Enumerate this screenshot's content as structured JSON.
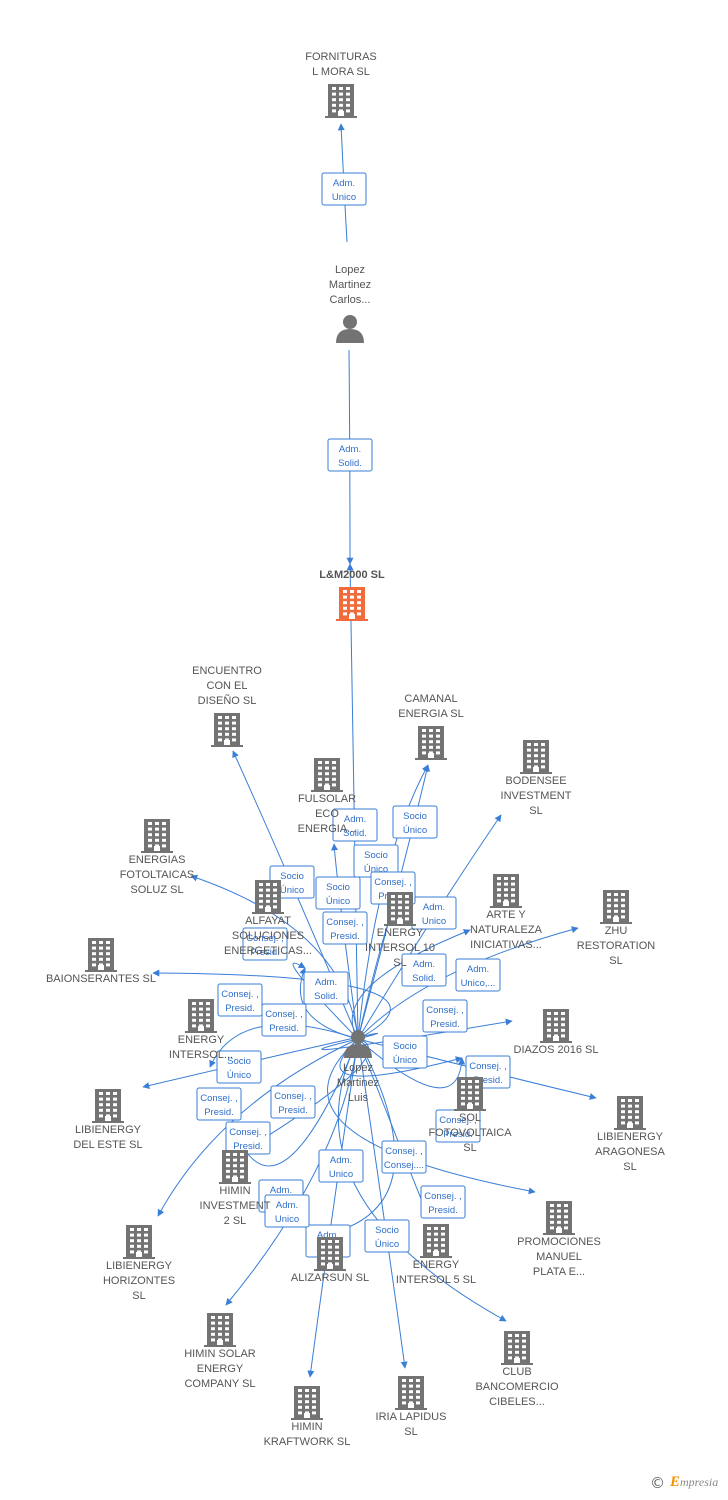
{
  "diagram": {
    "nodes": [
      {
        "id": "fornituras",
        "type": "company",
        "label": [
          "FORNITURAS",
          "L MORA SL"
        ]
      },
      {
        "id": "lopez_carlos",
        "type": "person",
        "label": [
          "Lopez",
          "Martinez",
          "Carlos..."
        ]
      },
      {
        "id": "lm2000",
        "type": "company",
        "main": true,
        "label": [
          "L&M2000  SL"
        ]
      },
      {
        "id": "encuentro",
        "type": "company",
        "label": [
          "ENCUENTRO",
          "CON EL",
          "DISEÑO SL"
        ]
      },
      {
        "id": "camanal",
        "type": "company",
        "label": [
          "CAMANAL",
          "ENERGIA  SL"
        ]
      },
      {
        "id": "bodensee",
        "type": "company",
        "label": [
          "BODENSEE",
          "INVESTMENT",
          "SL"
        ]
      },
      {
        "id": "fulsolar",
        "type": "company",
        "label": [
          "FULSOLAR",
          "ECO",
          "ENERGIA..."
        ]
      },
      {
        "id": "energias_foto",
        "type": "company",
        "label": [
          "ENERGIAS",
          "FOTOLTAICAS",
          "SOLUZ  SL"
        ]
      },
      {
        "id": "alfayat",
        "type": "company",
        "label": [
          "ALFAYAT",
          "SOLUCIONES",
          "ENERGETICAS..."
        ]
      },
      {
        "id": "energy10",
        "type": "company",
        "label": [
          "ENERGY",
          "INTERSOL 10",
          "SL"
        ]
      },
      {
        "id": "arte",
        "type": "company",
        "label": [
          "ARTE Y",
          "NATURALEZA",
          "INICIATIVAS..."
        ]
      },
      {
        "id": "zhu",
        "type": "company",
        "label": [
          "ZHU",
          "RESTORATION",
          "SL"
        ]
      },
      {
        "id": "baionserantes",
        "type": "company",
        "label": [
          "BAIONSERANTES SL"
        ]
      },
      {
        "id": "energy_intersol",
        "type": "company",
        "label": [
          "ENERGY",
          "INTERSOL..."
        ]
      },
      {
        "id": "lopez_luis",
        "type": "person",
        "label": [
          "Lopez",
          "Martinez",
          "Luis"
        ]
      },
      {
        "id": "diazos",
        "type": "company",
        "label": [
          "DIAZOS 2016  SL"
        ]
      },
      {
        "id": "libienergy_este",
        "type": "company",
        "label": [
          "LIBIENERGY",
          "DEL ESTE  SL"
        ]
      },
      {
        "id": "sol_fotovoltaica",
        "type": "company",
        "label": [
          "SOL",
          "FOTOVOLTAICA",
          "SL"
        ]
      },
      {
        "id": "libienergy_aragonesa",
        "type": "company",
        "label": [
          "LIBIENERGY",
          "ARAGONESA",
          "SL"
        ]
      },
      {
        "id": "himin_inv",
        "type": "company",
        "label": [
          "HIMIN",
          "INVESTMENT",
          "2 SL"
        ]
      },
      {
        "id": "promociones",
        "type": "company",
        "label": [
          "PROMOCIONES",
          "MANUEL",
          "PLATA E..."
        ]
      },
      {
        "id": "libienergy_horiz",
        "type": "company",
        "label": [
          "LIBIENERGY",
          "HORIZONTES",
          "SL"
        ]
      },
      {
        "id": "alizarsun",
        "type": "company",
        "label": [
          "ALIZARSUN SL"
        ]
      },
      {
        "id": "energy5",
        "type": "company",
        "label": [
          "ENERGY",
          "INTERSOL 5  SL"
        ]
      },
      {
        "id": "himin_solar",
        "type": "company",
        "label": [
          "HIMIN SOLAR",
          "ENERGY",
          "COMPANY SL"
        ]
      },
      {
        "id": "club",
        "type": "company",
        "label": [
          "CLUB",
          "BANCOMERCIO",
          "CIBELES..."
        ]
      },
      {
        "id": "iria",
        "type": "company",
        "label": [
          "IRIA LAPIDUS",
          "SL"
        ]
      },
      {
        "id": "himin_kraft",
        "type": "company",
        "label": [
          "HIMIN",
          "KRAFTWORK SL"
        ]
      }
    ],
    "edges": [
      {
        "from": "lopez_carlos",
        "to": "fornituras",
        "label": [
          "Adm.",
          "Unico"
        ]
      },
      {
        "from": "lopez_carlos",
        "to": "lm2000",
        "label": [
          "Adm.",
          "Solid."
        ]
      },
      {
        "from": "lopez_luis",
        "to": "lm2000",
        "label": [
          "Adm.",
          "Solid."
        ]
      },
      {
        "from": "lopez_luis",
        "to": "encuentro",
        "label": [
          "Socio",
          "Único"
        ]
      },
      {
        "from": "lopez_luis",
        "to": "camanal",
        "label": [
          "Socio",
          "Único"
        ]
      },
      {
        "from": "lopez_luis",
        "to": "camanal",
        "label": [
          "Socio",
          "Único"
        ]
      },
      {
        "from": "lopez_luis",
        "to": "bodensee",
        "label": [
          "Adm.",
          "Unico"
        ]
      },
      {
        "from": "lopez_luis",
        "to": "fulsolar",
        "label": [
          "Socio",
          "Único"
        ]
      },
      {
        "from": "lopez_luis",
        "to": "energy10",
        "label": [
          "Consej. ,",
          "Presid."
        ]
      },
      {
        "from": "lopez_luis",
        "to": "energias_foto",
        "label": [
          "Consej. ,",
          "Presid."
        ]
      },
      {
        "from": "lopez_luis",
        "to": "alfayat",
        "label": [
          "Consej. ,",
          "Presid."
        ]
      },
      {
        "from": "lopez_luis",
        "to": "alfayat",
        "label": [
          "Consej. ,",
          "Presid."
        ]
      },
      {
        "from": "lopez_luis",
        "to": "arte",
        "label": [
          "Adm.",
          "Solid."
        ]
      },
      {
        "from": "lopez_luis",
        "to": "zhu",
        "label": [
          "Adm.",
          "Solid."
        ]
      },
      {
        "from": "lopez_luis",
        "to": "baionserantes",
        "label": [
          "Adm.",
          "Unico,..."
        ]
      },
      {
        "from": "lopez_luis",
        "to": "energy_intersol",
        "label": [
          "Consej. ,",
          "Presid."
        ]
      },
      {
        "from": "lopez_luis",
        "to": "diazos",
        "label": [
          "Socio",
          "Único"
        ]
      },
      {
        "from": "lopez_luis",
        "to": "libienergy_este",
        "label": [
          "Consej. ,",
          "Presid."
        ]
      },
      {
        "from": "lopez_luis",
        "to": "libienergy_aragonesa",
        "label": [
          "Consej. ,",
          "Presid."
        ]
      },
      {
        "from": "lopez_luis",
        "to": "sol_fotovoltaica",
        "label": [
          "Consej. ,",
          "Presid."
        ]
      },
      {
        "from": "lopez_luis",
        "to": "sol_fotovoltaica",
        "label": [
          "Consej. ,",
          "Presid."
        ]
      },
      {
        "from": "lopez_luis",
        "to": "himin_inv",
        "label": [
          "Socio",
          "Único"
        ]
      },
      {
        "from": "lopez_luis",
        "to": "libienergy_horiz",
        "label": [
          "Consej. ,",
          "Presid."
        ]
      },
      {
        "from": "lopez_luis",
        "to": "promociones",
        "label": [
          "Consej. ,",
          "Presid."
        ]
      },
      {
        "from": "lopez_luis",
        "to": "energy5",
        "label": [
          "Consej. ,",
          "Consej...."
        ]
      },
      {
        "from": "lopez_luis",
        "to": "alizarsun",
        "label": [
          "Consej. ,",
          "Presid."
        ]
      },
      {
        "from": "lopez_luis",
        "to": "himin_solar",
        "label": [
          "Adm.",
          "Unico"
        ]
      },
      {
        "from": "lopez_luis",
        "to": "club",
        "label": [
          "Adm.",
          "Unico"
        ]
      },
      {
        "from": "lopez_luis",
        "to": "iria",
        "label": [
          "Socio",
          "Único"
        ]
      },
      {
        "from": "lopez_luis",
        "to": "himin_kraft",
        "label": [
          "Adm.",
          "Solid."
        ]
      },
      {
        "from": "lopez_luis",
        "to": "himin_inv",
        "label": [
          "Adm.",
          "Unico"
        ]
      }
    ]
  },
  "footer": {
    "copyright": "©",
    "brand": "mpresia",
    "brand_initial": "E"
  },
  "colors": {
    "edge": "#3a7ed6",
    "company_icon": "#737373",
    "main_icon": "#f26b3a",
    "person_icon": "#737373",
    "label": "#555555"
  }
}
